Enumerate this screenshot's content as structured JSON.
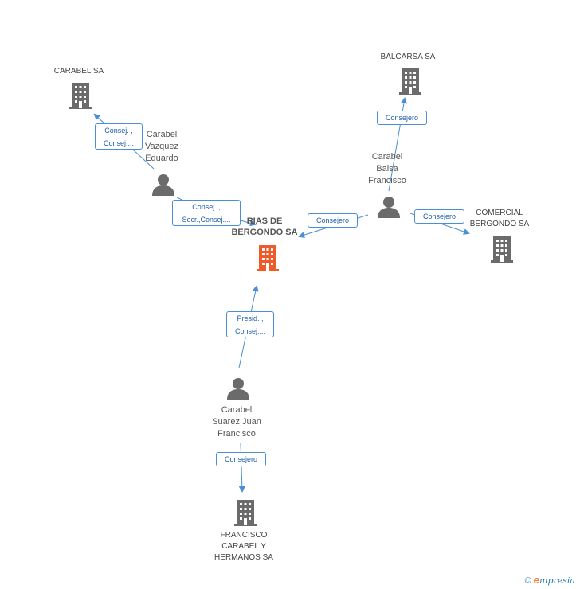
{
  "nodes": {
    "carabel_sa": {
      "label": [
        "CARABEL SA"
      ]
    },
    "balcarsa_sa": {
      "label": [
        "BALCARSA SA"
      ]
    },
    "rias_bergondo": {
      "label": [
        "RIAS DE",
        "BERGONDO SA"
      ]
    },
    "comercial_bergondo": {
      "label": [
        "COMERCIAL",
        "BERGONDO SA"
      ]
    },
    "francisco_carabel": {
      "label": [
        "FRANCISCO",
        "CARABEL Y",
        "HERMANOS SA"
      ]
    },
    "person_vazquez": {
      "label": [
        "Carabel",
        "Vazquez",
        "Eduardo"
      ]
    },
    "person_balsa": {
      "label": [
        "Carabel",
        "Balsa",
        "Francisco"
      ]
    },
    "person_suarez": {
      "label": [
        "Carabel",
        "Suarez Juan",
        "Francisco"
      ]
    }
  },
  "relations": {
    "vazquez_carabel": [
      "Consej. ,",
      "Consej...."
    ],
    "vazquez_rias": [
      "Consej. ,",
      "Secr.,Consej...."
    ],
    "balsa_rias": [
      "Consejero"
    ],
    "balsa_balcarsa": [
      "Consejero"
    ],
    "balsa_comercial": [
      "Consejero"
    ],
    "suarez_rias": [
      "Presid. ,",
      "Consej...."
    ],
    "suarez_francisco": [
      "Consejero"
    ]
  },
  "colors": {
    "company": "#6b6b6b",
    "focus_company": "#f05a28",
    "person": "#6b6b6b",
    "edge": "#4a8fd6"
  },
  "footer": {
    "copyright": "©",
    "brand_initial": "e",
    "brand_rest": "mpresia"
  }
}
